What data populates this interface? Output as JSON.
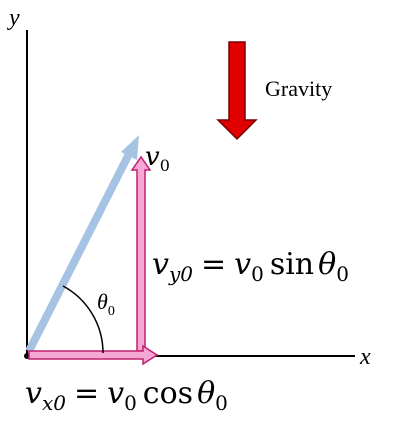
{
  "axes": {
    "x_label": "x",
    "y_label": "y"
  },
  "gravity": {
    "label": "Gravity",
    "arrow_color": "#e00000"
  },
  "vectors": {
    "v0": {
      "base": "v",
      "sub": "0",
      "color": "#a7c3e3"
    },
    "vy0": {
      "color": "#f6a7d6",
      "base": "v",
      "sub": "y0",
      "eq": "=",
      "v": "v",
      "vsub": "0",
      "fn": "sin",
      "theta": "θ",
      "thsub": "0"
    },
    "vx0": {
      "color": "#f6a7d6",
      "base": "v",
      "sub": "x0",
      "eq": "=",
      "v": "v",
      "vsub": "0",
      "fn": "cos",
      "theta": "θ",
      "thsub": "0"
    }
  },
  "angle": {
    "symbol": "θ",
    "sub": "0"
  }
}
